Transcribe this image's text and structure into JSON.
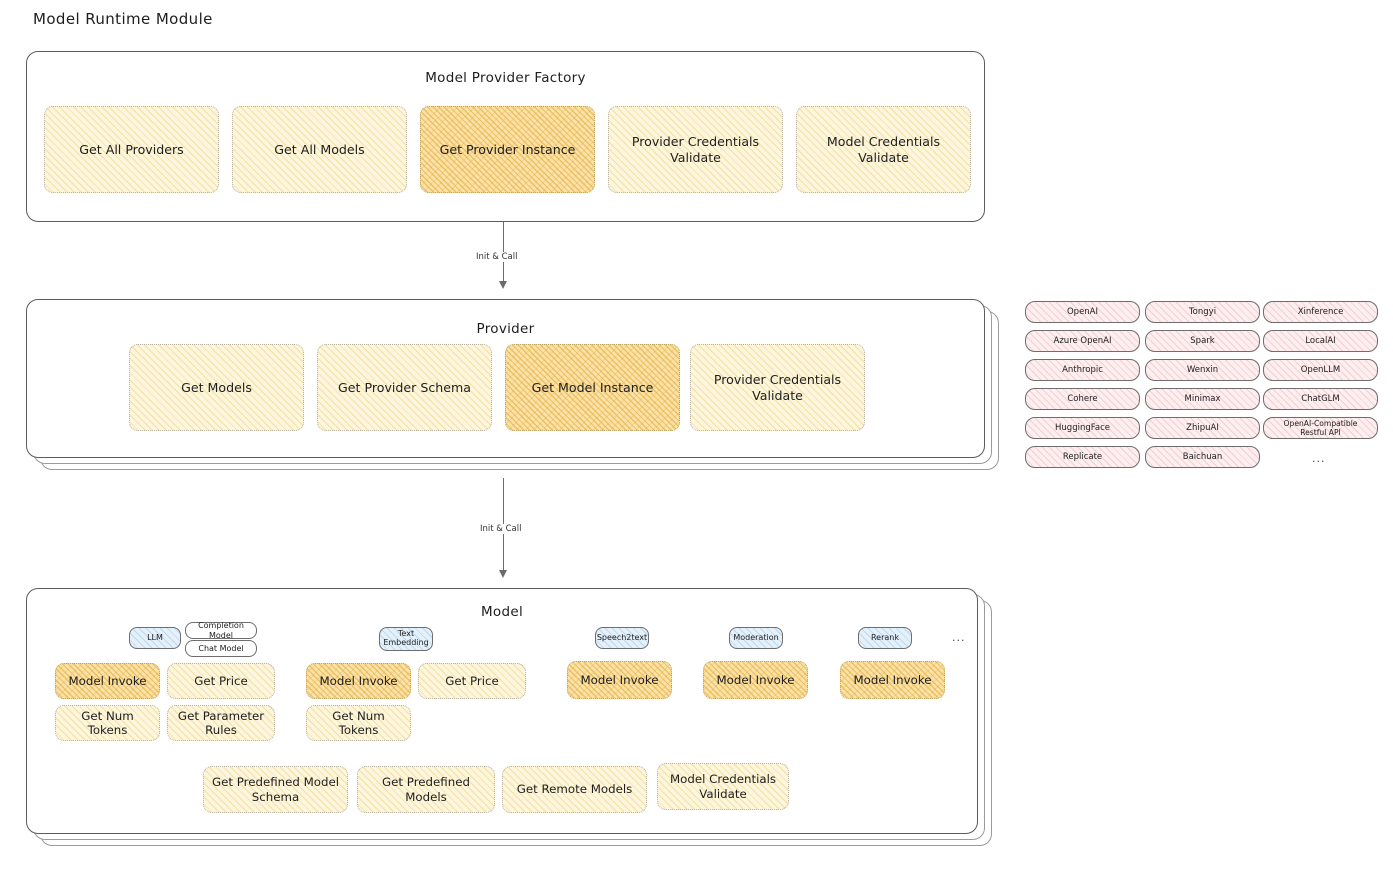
{
  "page": {
    "title": "Model Runtime Module"
  },
  "factory": {
    "title": "Model Provider Factory",
    "nodes": [
      {
        "label": "Get All Providers",
        "highlight": false
      },
      {
        "label": "Get All Models",
        "highlight": false
      },
      {
        "label": "Get Provider Instance",
        "highlight": true
      },
      {
        "label": "Provider Credentials Validate",
        "highlight": false
      },
      {
        "label": "Model Credentials Validate",
        "highlight": false
      }
    ]
  },
  "arrows": [
    {
      "label": "Init & Call"
    },
    {
      "label": "Init & Call"
    }
  ],
  "provider": {
    "title": "Provider",
    "nodes": [
      {
        "label": "Get Models",
        "highlight": false
      },
      {
        "label": "Get Provider Schema",
        "highlight": false
      },
      {
        "label": "Get Model Instance",
        "highlight": true
      },
      {
        "label": "Provider Credentials Validate",
        "highlight": false
      }
    ]
  },
  "provider_list": {
    "columns": [
      {
        "items": [
          "OpenAI",
          "Azure OpenAI",
          "Anthropic",
          "Cohere",
          "HuggingFace",
          "Replicate"
        ]
      },
      {
        "items": [
          "Tongyi",
          "Spark",
          "Wenxin",
          "Minimax",
          "ZhipuAI",
          "Baichuan"
        ]
      },
      {
        "items": [
          "Xinference",
          "LocalAI",
          "OpenLLM",
          "ChatGLM",
          "OpenAI-Compatible Restful API"
        ]
      }
    ],
    "more": "..."
  },
  "model": {
    "title": "Model",
    "more": "...",
    "types": [
      {
        "badge": "LLM",
        "badge_style": "blue",
        "sub_badges": [
          "Completion Model",
          "Chat Model"
        ],
        "nodes": [
          {
            "label": "Model Invoke",
            "highlight": true
          },
          {
            "label": "Get Price",
            "highlight": false
          },
          {
            "label": "Get Num Tokens",
            "highlight": false
          },
          {
            "label": "Get Parameter Rules",
            "highlight": false
          }
        ]
      },
      {
        "badge": "Text Embedding",
        "badge_style": "blue",
        "sub_badges": [],
        "nodes": [
          {
            "label": "Model Invoke",
            "highlight": true
          },
          {
            "label": "Get Price",
            "highlight": false
          },
          {
            "label": "Get Num Tokens",
            "highlight": false
          }
        ]
      },
      {
        "badge": "Speech2text",
        "badge_style": "blue",
        "sub_badges": [],
        "nodes": [
          {
            "label": "Model Invoke",
            "highlight": true
          }
        ]
      },
      {
        "badge": "Moderation",
        "badge_style": "blue",
        "sub_badges": [],
        "nodes": [
          {
            "label": "Model Invoke",
            "highlight": true
          }
        ]
      },
      {
        "badge": "Rerank",
        "badge_style": "blue",
        "sub_badges": [],
        "nodes": [
          {
            "label": "Model Invoke",
            "highlight": true
          }
        ]
      }
    ],
    "common_nodes": [
      {
        "label": "Get Predefined Model Schema"
      },
      {
        "label": "Get Predefined Models"
      },
      {
        "label": "Get Remote Models"
      },
      {
        "label": "Model Credentials Validate"
      }
    ]
  },
  "colors": {
    "highlight": "#fbe2ab",
    "node": "#fdf6dc",
    "provider_pill": "#fdeeef",
    "badge": "#e4f0fa",
    "stroke": "#5c5c5c"
  }
}
